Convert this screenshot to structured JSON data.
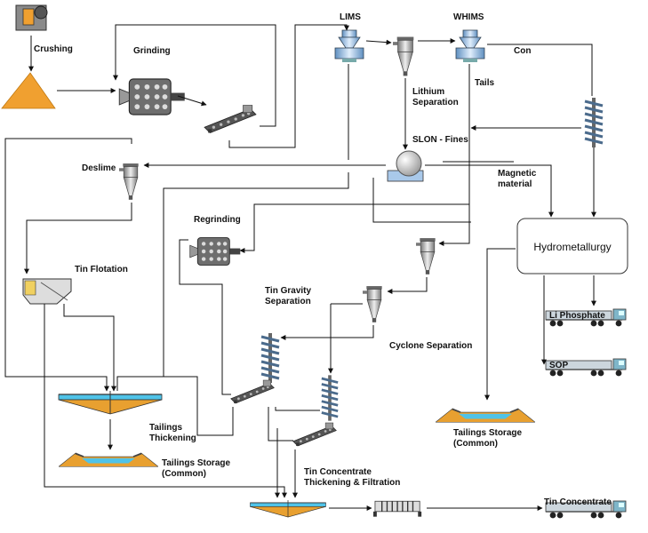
{
  "diagram": {
    "labels": {
      "crushing": "Crushing",
      "grinding": "Grinding",
      "lims": "LIMS",
      "whims": "WHIMS",
      "con": "Con",
      "tails": "Tails",
      "lithium_separation_1": "Lithium",
      "lithium_separation_2": "Separation",
      "slon_fines": "SLON - Fines",
      "deslime": "Deslime",
      "magnetic_material_1": "Magnetic",
      "magnetic_material_2": "material",
      "regrinding": "Regrinding",
      "hydrometallurgy": "Hydrometallurgy",
      "tin_flotation": "Tin Flotation",
      "tin_gravity_1": "Tin Gravity",
      "tin_gravity_2": "Separation",
      "li_phosphate": "Li Phosphate",
      "cyclone_separation": "Cyclone Separation",
      "sop": "SOP",
      "tailings_thickening_1": "Tailings",
      "tailings_thickening_2": "Thickening",
      "tailings_storage_left_1": "Tailings Storage",
      "tailings_storage_left_2": "(Common)",
      "tailings_storage_right_1": "Tailings Storage",
      "tailings_storage_right_2": "(Common)",
      "tin_conc_thick_1": "Tin Concentrate",
      "tin_conc_thick_2": "Thickening & Filtration",
      "tin_concentrate": "Tin Concentrate"
    },
    "colors": {
      "ore_pile": "#f0a030",
      "magnet_blue": "#a9c9ea",
      "water": "#4fc3e8",
      "sediment": "#e8a030",
      "equipment_grey": "#8c8c8c",
      "line": "#111111"
    }
  }
}
